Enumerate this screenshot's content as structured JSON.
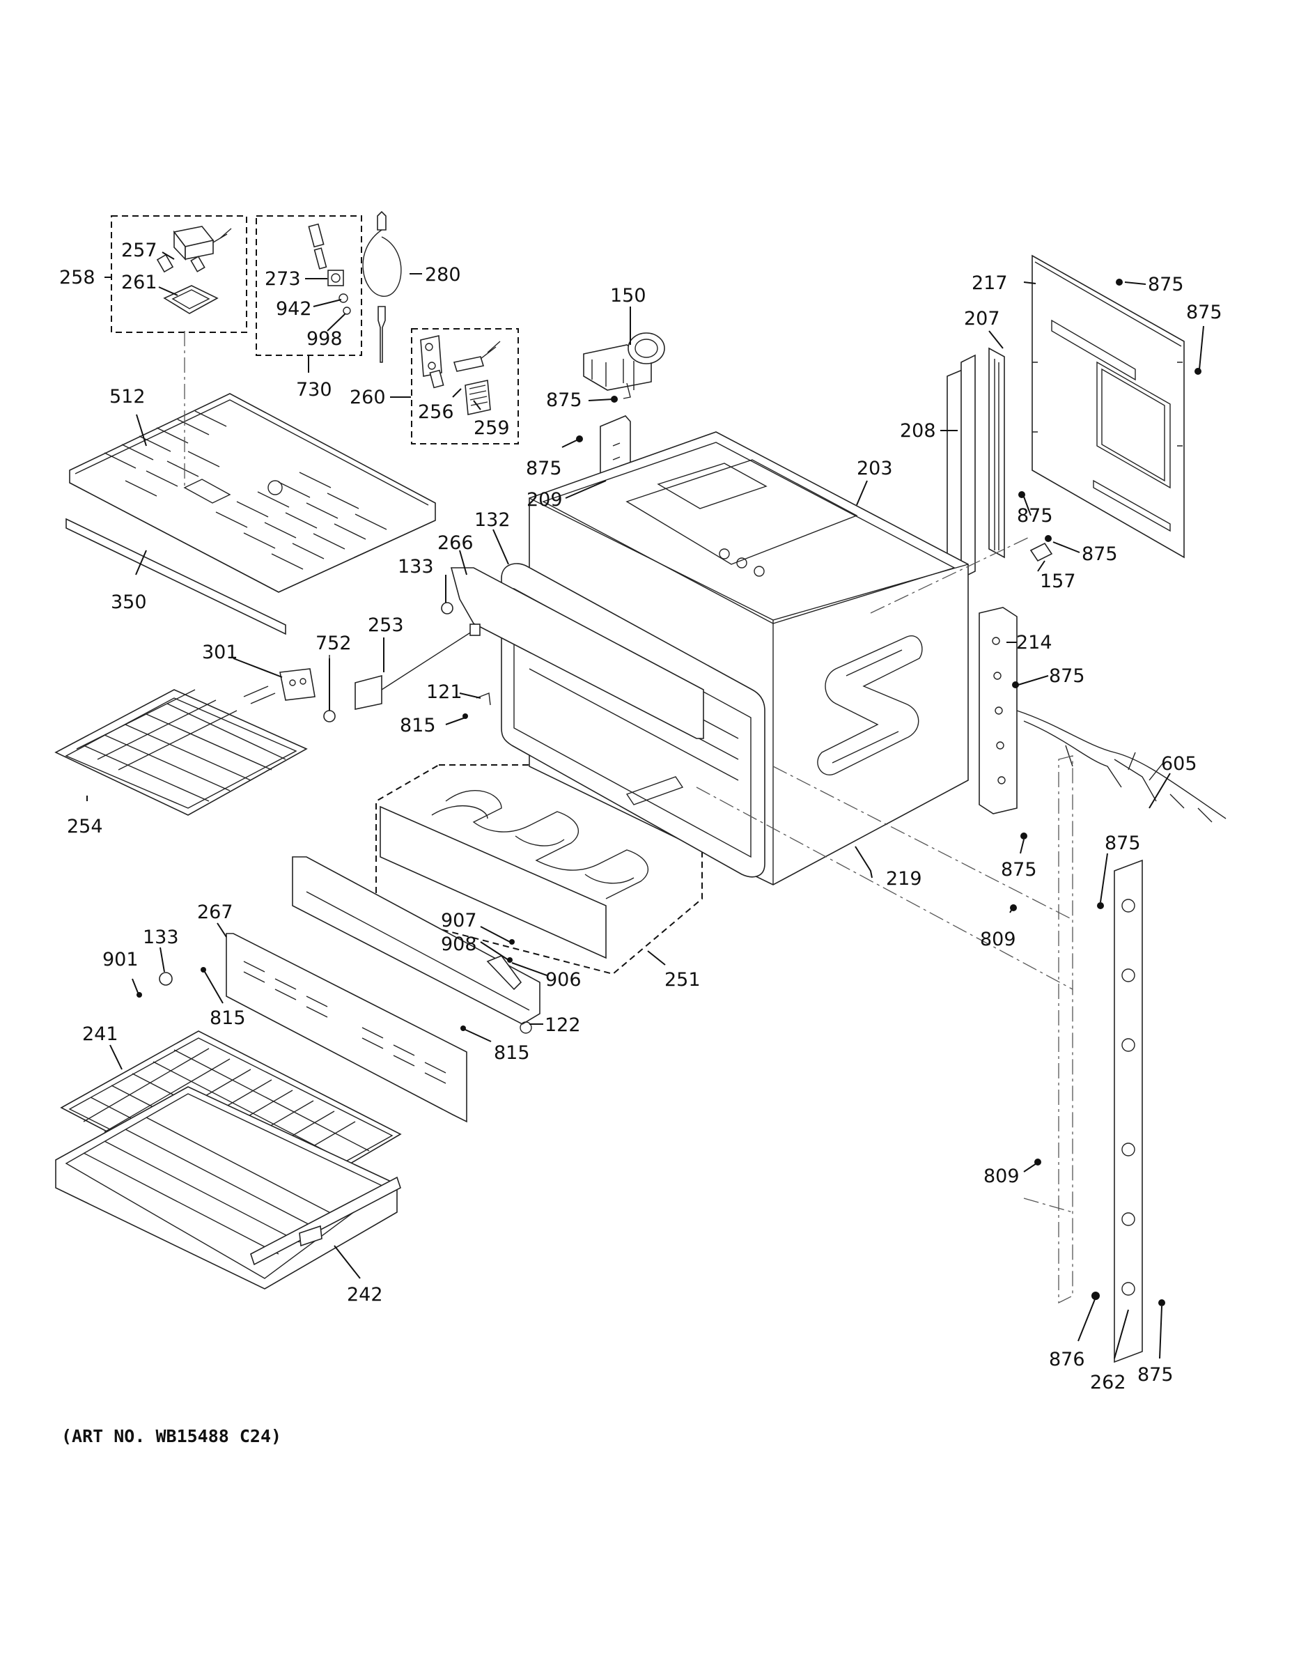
{
  "diagram": {
    "labels": [
      {
        "id": "258",
        "text": "258"
      },
      {
        "id": "257",
        "text": "257"
      },
      {
        "id": "261",
        "text": "261"
      },
      {
        "id": "273",
        "text": "273"
      },
      {
        "id": "942",
        "text": "942"
      },
      {
        "id": "998",
        "text": "998"
      },
      {
        "id": "730",
        "text": "730"
      },
      {
        "id": "280",
        "text": "280"
      },
      {
        "id": "260",
        "text": "260"
      },
      {
        "id": "256",
        "text": "256"
      },
      {
        "id": "259",
        "text": "259"
      },
      {
        "id": "150",
        "text": "150"
      },
      {
        "id": "875a",
        "text": "875"
      },
      {
        "id": "217",
        "text": "217"
      },
      {
        "id": "875b",
        "text": "875"
      },
      {
        "id": "875c",
        "text": "875"
      },
      {
        "id": "207",
        "text": "207"
      },
      {
        "id": "208",
        "text": "208"
      },
      {
        "id": "512",
        "text": "512"
      },
      {
        "id": "875d",
        "text": "875"
      },
      {
        "id": "209",
        "text": "209"
      },
      {
        "id": "203",
        "text": "203"
      },
      {
        "id": "132",
        "text": "132"
      },
      {
        "id": "266",
        "text": "266"
      },
      {
        "id": "133a",
        "text": "133"
      },
      {
        "id": "350",
        "text": "350"
      },
      {
        "id": "875e",
        "text": "875"
      },
      {
        "id": "875f",
        "text": "875"
      },
      {
        "id": "157",
        "text": "157"
      },
      {
        "id": "253",
        "text": "253"
      },
      {
        "id": "301",
        "text": "301"
      },
      {
        "id": "752",
        "text": "752"
      },
      {
        "id": "121",
        "text": "121"
      },
      {
        "id": "815a",
        "text": "815"
      },
      {
        "id": "214",
        "text": "214"
      },
      {
        "id": "875g",
        "text": "875"
      },
      {
        "id": "605",
        "text": "605"
      },
      {
        "id": "254",
        "text": "254"
      },
      {
        "id": "875h",
        "text": "875"
      },
      {
        "id": "219",
        "text": "219"
      },
      {
        "id": "875i",
        "text": "875"
      },
      {
        "id": "267",
        "text": "267"
      },
      {
        "id": "907",
        "text": "907"
      },
      {
        "id": "809a",
        "text": "809"
      },
      {
        "id": "133b",
        "text": "133"
      },
      {
        "id": "908",
        "text": "908"
      },
      {
        "id": "901",
        "text": "901"
      },
      {
        "id": "906",
        "text": "906"
      },
      {
        "id": "251",
        "text": "251"
      },
      {
        "id": "815b",
        "text": "815"
      },
      {
        "id": "122",
        "text": "122"
      },
      {
        "id": "241",
        "text": "241"
      },
      {
        "id": "815c",
        "text": "815"
      },
      {
        "id": "809b",
        "text": "809"
      },
      {
        "id": "242",
        "text": "242"
      },
      {
        "id": "876",
        "text": "876"
      },
      {
        "id": "875j",
        "text": "875"
      },
      {
        "id": "262",
        "text": "262"
      }
    ],
    "caption": "(ART NO. WB15488 C24)"
  }
}
